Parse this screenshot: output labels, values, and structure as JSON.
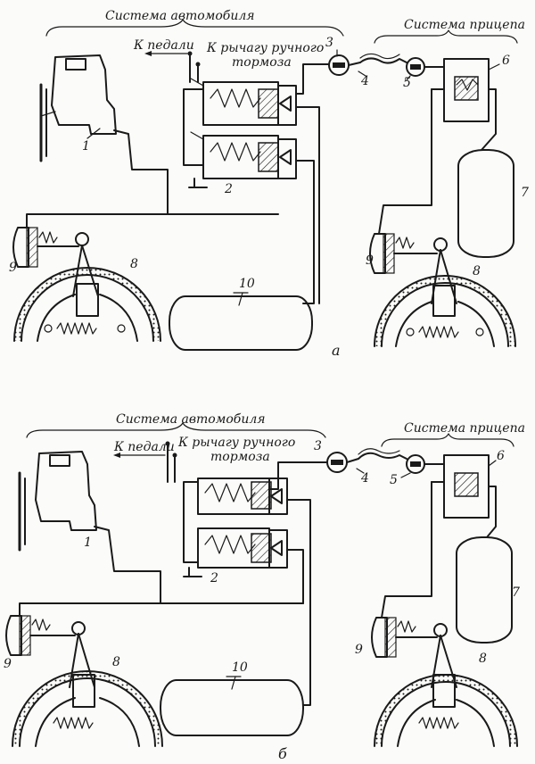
{
  "diagram_a": {
    "header_vehicle": "Система автомобиля",
    "header_trailer": "Система прицепа",
    "to_pedal": "К педали",
    "to_lever_line1": "К рычагу ручного",
    "to_lever_line2": "тормоза",
    "caption": "а",
    "parts": [
      "1",
      "2",
      "3",
      "4",
      "5",
      "6",
      "7",
      "8",
      "9",
      "8",
      "9",
      "10"
    ]
  },
  "diagram_b": {
    "header_vehicle": "Система автомобиля",
    "header_trailer": "Система прицепа",
    "to_pedal": "К педали",
    "to_lever_line1": "К рычагу ручного",
    "to_lever_line2": "тормоза",
    "caption": "б",
    "parts": [
      "1",
      "2",
      "3",
      "4",
      "5",
      "6",
      "7",
      "8",
      "9",
      "8",
      "9",
      "10"
    ]
  }
}
